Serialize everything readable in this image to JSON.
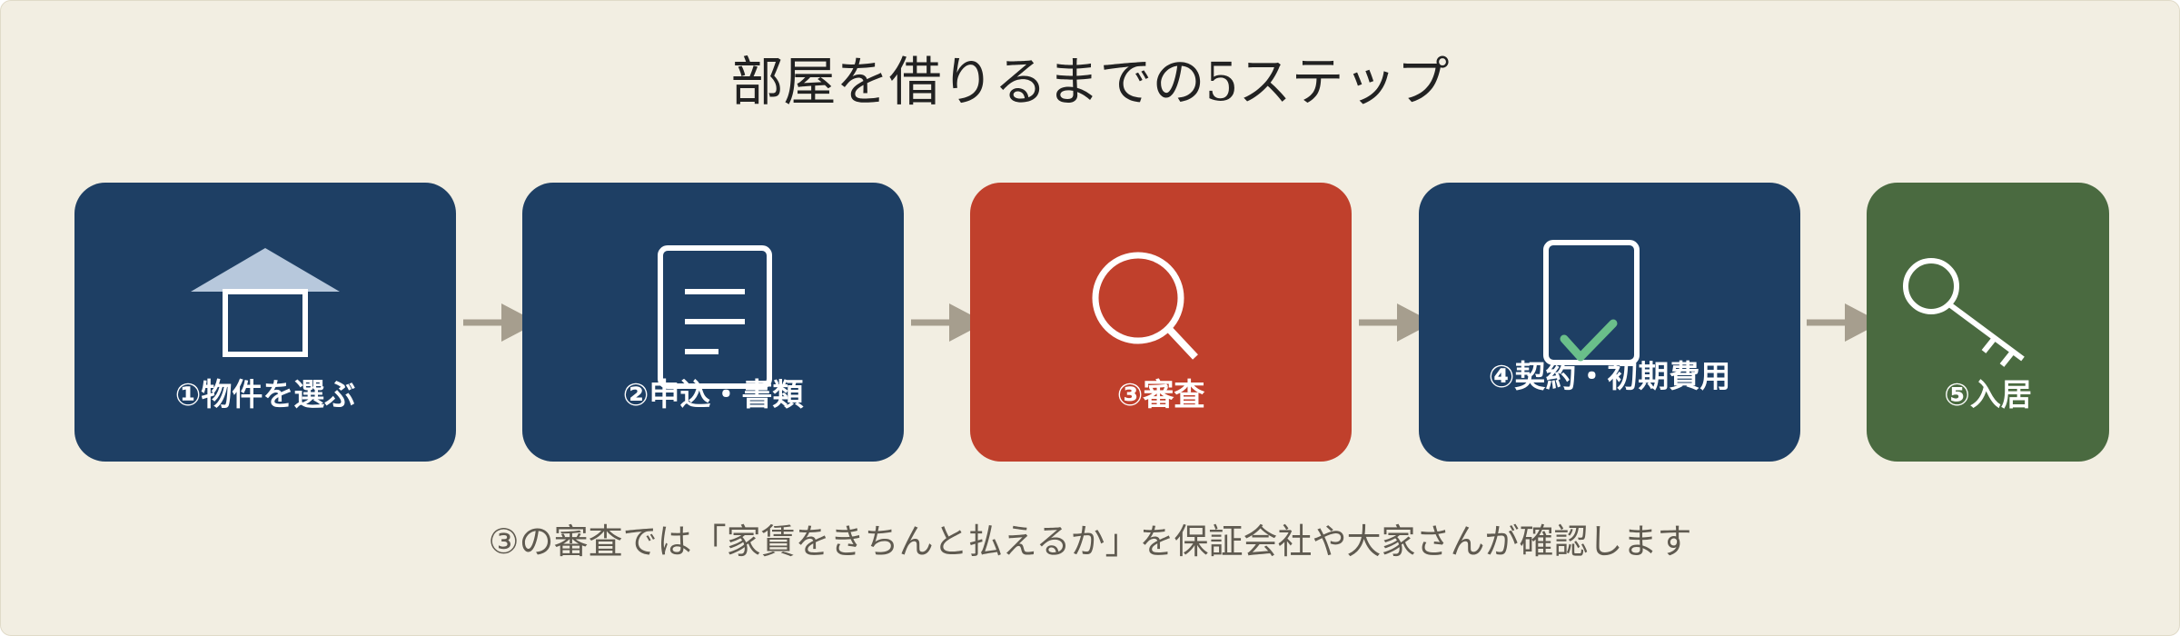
{
  "title": "部屋を借りるまでの5ステップ",
  "steps": [
    {
      "label": "①物件を選ぶ",
      "icon": "house-icon",
      "color": "#1e3f64"
    },
    {
      "label": "②申込・書類",
      "icon": "document-icon",
      "color": "#1e3f64"
    },
    {
      "label": "③審査",
      "icon": "magnifier-icon",
      "color": "#c0402c"
    },
    {
      "label": "④契約・初期費用",
      "icon": "document-check-icon",
      "color": "#1e3f64"
    },
    {
      "label": "⑤入居",
      "icon": "key-icon",
      "color": "#4a6a40"
    }
  ],
  "arrow_color": "#a69e8e",
  "note": "③の審査では「家賃をきちんと払えるか」を保証会社や大家さんが確認します"
}
